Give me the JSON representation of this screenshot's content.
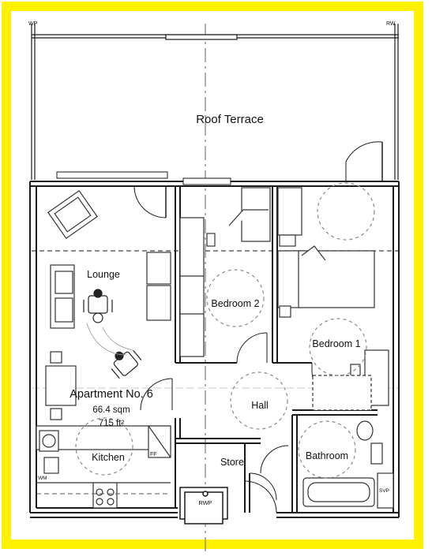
{
  "plan": {
    "corner_tags": {
      "left": "WP",
      "right": "RW"
    },
    "rooms": {
      "roof_terrace": "Roof Terrace",
      "lounge": "Lounge",
      "bedroom2": "Bedroom 2",
      "bedroom1": "Bedroom 1",
      "hall": "Hall",
      "kitchen": "Kitchen",
      "store": "Store",
      "bathroom": "Bathroom"
    },
    "apartment": {
      "name": "Apartment No. 6",
      "area_sqm": "66.4 sqm",
      "area_sqft": "715 ft²"
    },
    "fixtures": {
      "ff": "FF",
      "wm": "WM",
      "rwp": "RWP",
      "svp": "SVP"
    }
  },
  "colors": {
    "border": "#fff200",
    "wall": "#1a1a1a",
    "furniture": "#333333",
    "dashed_circle": "#8a8a8a"
  }
}
